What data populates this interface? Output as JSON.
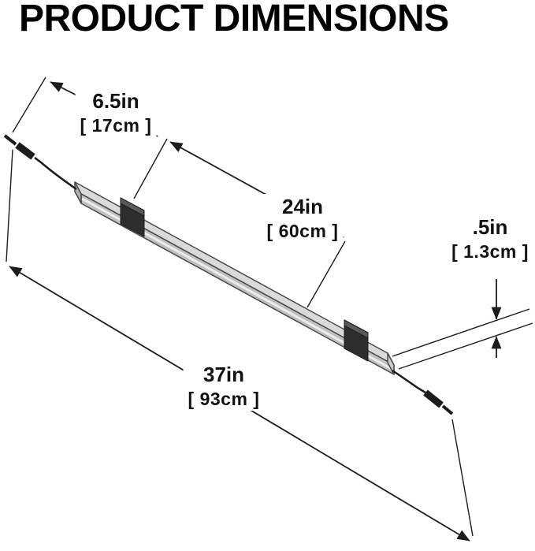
{
  "title": "PRODUCT DIMENSIONS",
  "dimensions": {
    "cable_length": {
      "inches": "6.5in",
      "cm": "[ 17cm ]"
    },
    "bar_length": {
      "inches": "24in",
      "cm": "[ 60cm ]"
    },
    "thickness": {
      "inches": ".5in",
      "cm": "[ 1.3cm ]"
    },
    "total_length": {
      "inches": "37in",
      "cm": "[ 93cm ]"
    }
  },
  "colors": {
    "background": "#ffffff",
    "line": "#1c1c1c",
    "bar_top_face": "#dadada",
    "bar_front_face": "#c0c0c0",
    "bar_highlight": "#ececec",
    "clip_body": "#2e2e2e",
    "clip_top": "#5a5a5a",
    "text": "#111111"
  }
}
